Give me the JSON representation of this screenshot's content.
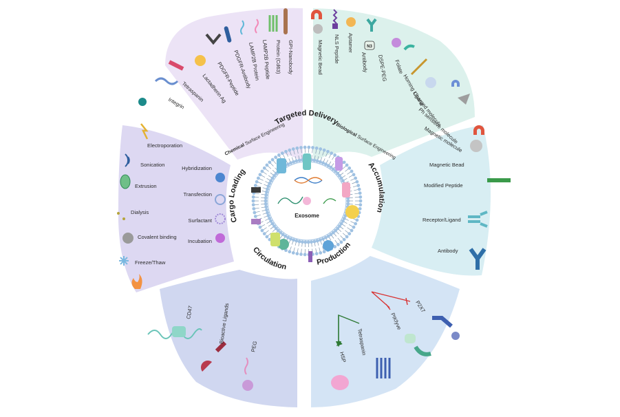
{
  "core_label": "Exosome",
  "ring_labels": {
    "top": "Targeted Delivery",
    "right": "Accumulation",
    "bottom_right": "Production",
    "bottom_left": "Circulation",
    "left": "Cargo Loading"
  },
  "sections": {
    "chemical": {
      "title_bold": "Chemical",
      "title_rest": " Surface Engineering",
      "items": [
        "GPI-Nanobody",
        "Protein (Cd63)",
        "LAMP2B Peptide",
        "LAMP2B Protein",
        "PDGFR-Antibody",
        "PDGFR-Peptide",
        "Lactadherin Ag",
        "Tetraspanin",
        "Integrin"
      ]
    },
    "biological": {
      "title_bold": "Biological",
      "title_rest": " Surface Engineering",
      "items": [
        "Magnetic Bead",
        "NLS Peptide",
        "Aptamer",
        "Antibody",
        "DSPE-PEG",
        "Folate",
        "Homing Ligand",
        "Charged molecule",
        "Ph sensitive molecule",
        "Magnetic molecule"
      ],
      "n3_tag": "N3"
    },
    "accumulation": {
      "items": [
        "Magnetic Bead",
        "Modified Peptide",
        "Receptor/Ligand",
        "Antibody"
      ]
    },
    "production": {
      "items": [
        "P2X7",
        "PIKfyve",
        "Tetraspanin",
        "HSP"
      ]
    },
    "circulation": {
      "items": [
        "CD47",
        "Bioactive Ligands",
        "PEG"
      ]
    },
    "cargo": {
      "left_items": [
        "Electroporation",
        "Sonication",
        "Extrusion",
        "Dialysis",
        "Covalent binding",
        "Freeze/Thaw"
      ],
      "right_items": [
        "Hybridization",
        "Transfection",
        "Surfactant",
        "Incubation"
      ]
    }
  },
  "colors": {
    "chemical": "#ece3f6",
    "biological": "#dcf1ec",
    "accumulation": "#d8eef3",
    "production": "#d4e4f5",
    "circulation": "#d0d7f0",
    "cargo": "#ddd8f2",
    "membrane_head": "#9fc1e2",
    "membrane_tail": "#7f96ad"
  }
}
